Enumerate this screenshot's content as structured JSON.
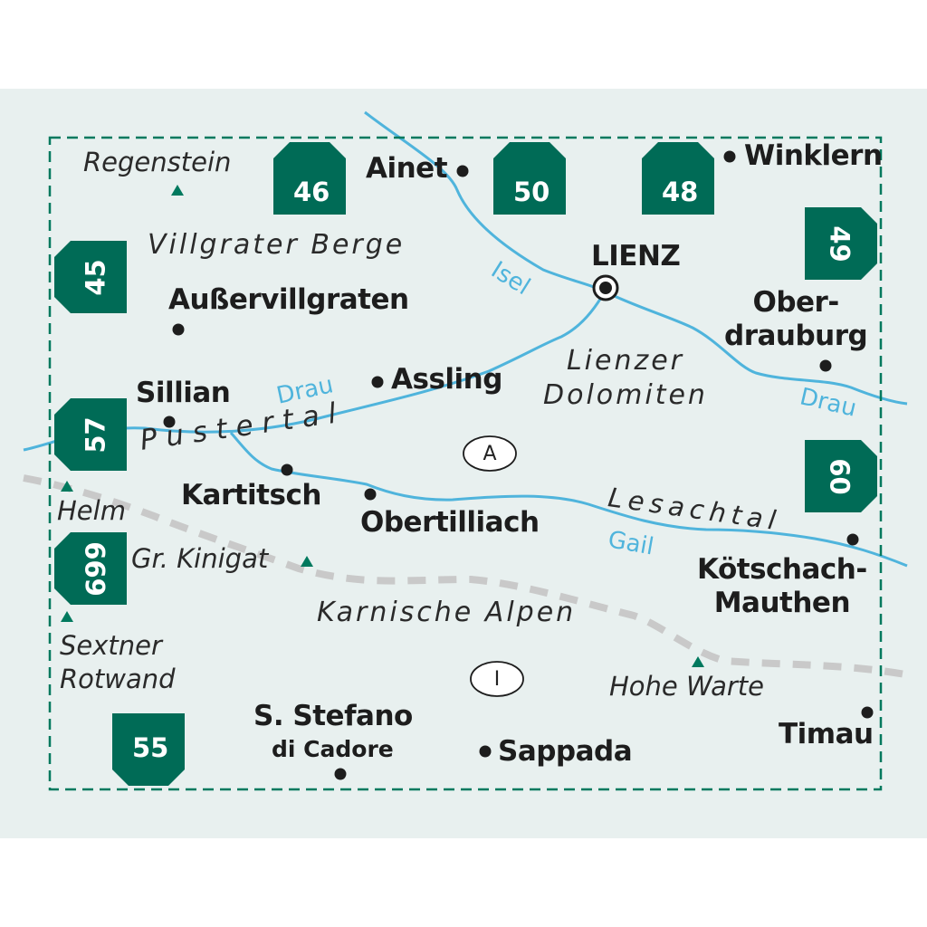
{
  "colors": {
    "background": "#e8f0ef",
    "badge_fill": "#006b56",
    "river": "#4fb4dc",
    "border_dash": "#00795e",
    "ridge": "#c9c9c9",
    "peak_marker": "#00795e",
    "text": "#1d1d1d"
  },
  "map": {
    "towns": {
      "ainet": "Ainet",
      "winklern": "Winklern",
      "lienz": "LIENZ",
      "ausservillgraten": "Außervillgraten",
      "oberdrauburg_1": "Ober-",
      "oberdrauburg_2": "drauburg",
      "sillian": "Sillian",
      "assling": "Assling",
      "kartitsch": "Kartitsch",
      "obertilliach": "Obertilliach",
      "koetschach_1": "Kötschach-",
      "koetschach_2": "Mauthen",
      "stefano_1": "S. Stefano",
      "stefano_2": "di Cadore",
      "sappada": "Sappada",
      "timau": "Timau"
    },
    "regions": {
      "villgrater": "Villgrater Berge",
      "pustertal": "Pustertal",
      "lienzer_1": "Lienzer",
      "lienzer_2": "Dolomiten",
      "lesachtal": "Lesachtal",
      "karnische": "Karnische Alpen"
    },
    "peaks": {
      "regenstein": "Regenstein",
      "helm": "Helm",
      "kinigat": "Gr. Kinigat",
      "sextner_1": "Sextner",
      "sextner_2": "Rotwand",
      "hohe_warte": "Hohe Warte"
    },
    "rivers": {
      "isel": "Isel",
      "drau_west": "Drau",
      "drau_east": "Drau",
      "gail": "Gail"
    },
    "countries": {
      "austria": "A",
      "italy": "I"
    },
    "adjacent_sheets": {
      "n46": "46",
      "n50": "50",
      "n48": "48",
      "e49": "49",
      "w45": "45",
      "w57": "57",
      "e60": "60",
      "w699": "699",
      "s55": "55"
    }
  }
}
